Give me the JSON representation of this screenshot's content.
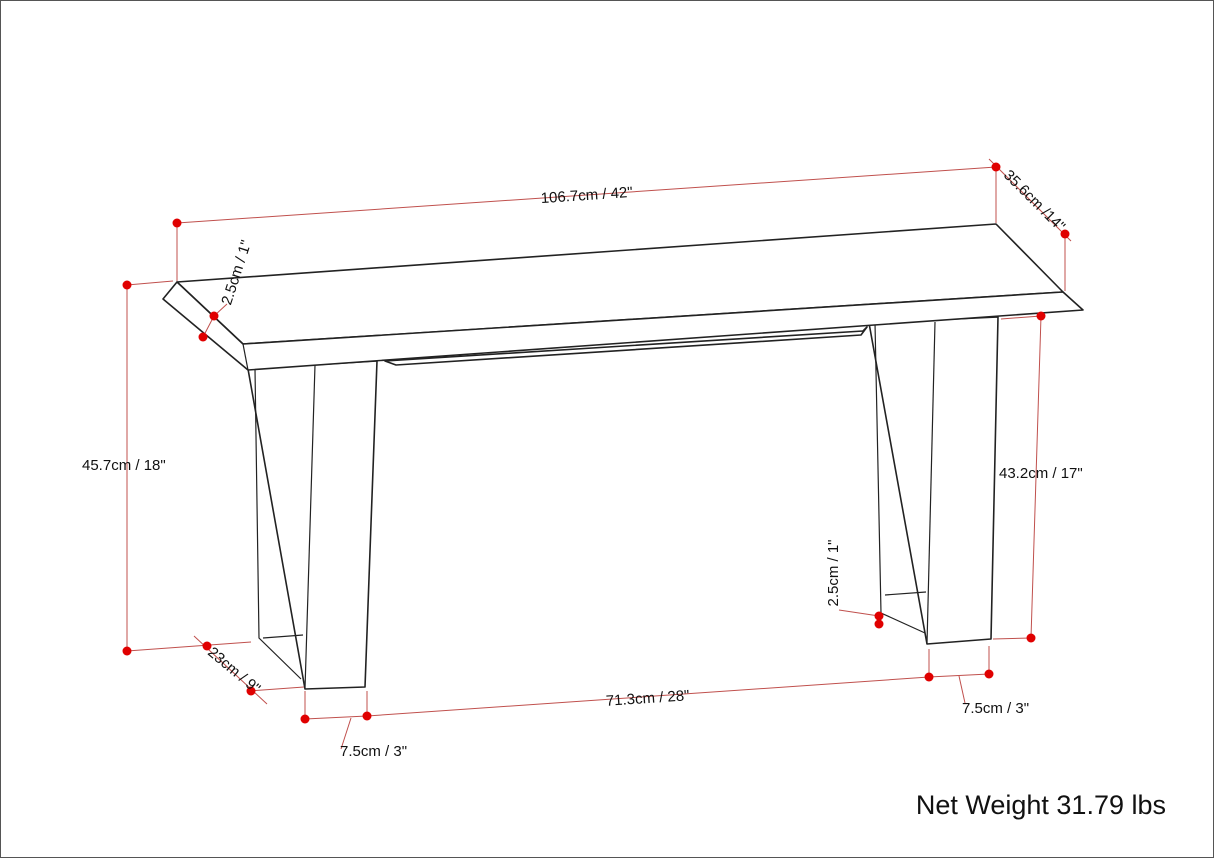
{
  "dimensions": {
    "overall_width": "106.7cm / 42\"",
    "depth": "35.6cm /14\"",
    "top_thickness": "2.5cm / 1\"",
    "overall_height": "45.7cm / 18\"",
    "leg_height": "43.2cm / 17\"",
    "base_thickness": "2.5cm / 1\"",
    "leg_depth": "23cm / 9\"",
    "between_legs": "71.3cm / 28\"",
    "leg_width_left": "7.5cm / 3\"",
    "leg_width_right": "7.5cm / 3\""
  },
  "net_weight": "Net Weight 31.79 lbs",
  "colors": {
    "dimension_line": "#c0504d",
    "marker": "#e00000",
    "outline": "#222222"
  }
}
